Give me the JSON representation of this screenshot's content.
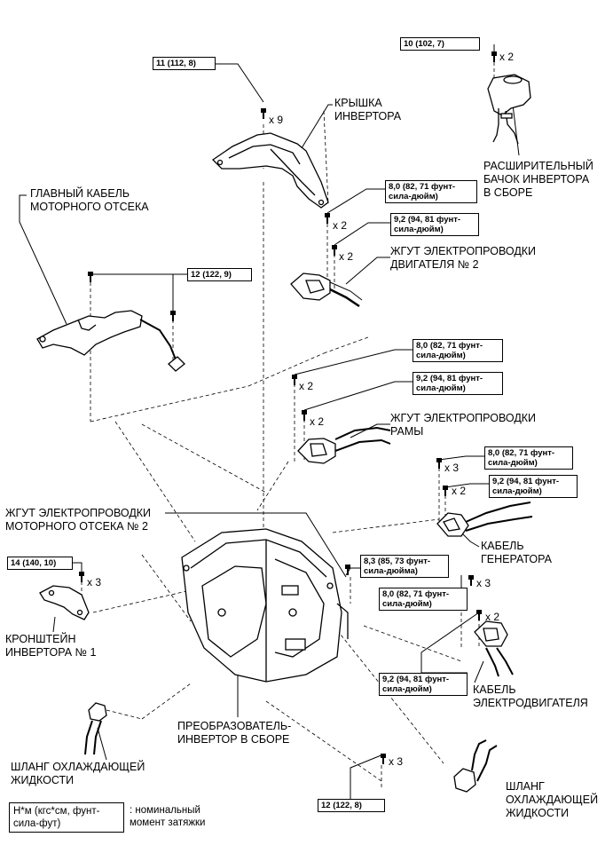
{
  "labels": {
    "inverter_cover": [
      "КРЫШКА",
      "ИНВЕРТОРА"
    ],
    "expansion_tank": [
      "РАСШИРИТЕЛЬНЫЙ",
      "БАЧОК ИНВЕРТОРА",
      "В СБОРЕ"
    ],
    "main_cable": [
      "ГЛАВНЫЙ КАБЕЛЬ",
      "МОТОРНОГО ОТСЕКА"
    ],
    "engine_harness2": [
      "ЖГУТ ЭЛЕКТРОПРОВОДКИ",
      "ДВИГАТЕЛЯ № 2"
    ],
    "frame_harness": [
      "ЖГУТ ЭЛЕКТРОПРОВОДКИ",
      "РАМЫ"
    ],
    "generator_cable": [
      "КАБЕЛЬ",
      "ГЕНЕРАТОРА"
    ],
    "engine_room_harness2": [
      "ЖГУТ ЭЛЕКТРОПРОВОДКИ",
      "МОТОРНОГО ОТСЕКА № 2"
    ],
    "inverter_bracket": [
      "КРОНШТЕЙН",
      "ИНВЕРТОРА № 1"
    ],
    "motor_cable": [
      "КАБЕЛЬ",
      "ЭЛЕКТРОДВИГАТЕЛЯ"
    ],
    "converter_inverter": [
      "ПРЕОБРАЗОВАТЕЛЬ-",
      "ИНВЕРТОР В СБОРЕ"
    ],
    "coolant_hose_left": [
      "ШЛАНГ ОХЛАЖДАЮЩЕЙ",
      "ЖИДКОСТИ"
    ],
    "coolant_hose_right": [
      "ШЛАНГ",
      "ОХЛАЖДАЮЩЕЙ",
      "ЖИДКОСТИ"
    ]
  },
  "torque": {
    "t_10_102_7": "10 (102, 7)",
    "t_11_112_8": "11 (112, 8)",
    "t_8_0_a": [
      "8,0 (82, 71 фунт-",
      "сила-дюйм)"
    ],
    "t_9_2_a": [
      "9,2 (94, 81 фунт-",
      "сила-дюйм)"
    ],
    "t_12_122_9": "12 (122, 9)",
    "t_8_0_b": [
      "8,0 (82, 71 фунт-",
      "сила-дюйм)"
    ],
    "t_9_2_b": [
      "9,2 (94, 81 фунт-",
      "сила-дюйм)"
    ],
    "t_8_0_c": [
      "8,0 (82, 71 фунт-",
      "сила-дюйм)"
    ],
    "t_9_2_c": [
      "9,2 (94, 81 фунт-",
      "сила-дюйм)"
    ],
    "t_14_140_10": "14 (140, 10)",
    "t_8_3": [
      "8,3 (85, 73 фунт-",
      "сила-дюйма)"
    ],
    "t_8_0_d": [
      "8,0 (82, 71 фунт-",
      "сила-дюйм)"
    ],
    "t_9_2_d": [
      "9,2 (94, 81 фунт-",
      "сила-дюйм)"
    ],
    "t_12_122_8": "12 (122, 8)"
  },
  "quantities": {
    "q_tank": "x 2",
    "q_cover": "x 9",
    "q_8_0_a": "x 2",
    "q_9_2_a": "x 2",
    "q_8_0_b": "x 2",
    "q_9_2_b": "x 2",
    "q_8_0_c": "x 3",
    "q_9_2_c": "x 2",
    "q_bracket": "x 3",
    "q_8_0_d": "x 3",
    "q_9_2_d": "x 2",
    "q_bottom": "x 3"
  },
  "legend": {
    "unit": [
      "Н*м (кгс*см, фунт-",
      "сила-фут)"
    ],
    "description": [
      ": номинальный",
      "момент затяжки"
    ]
  }
}
